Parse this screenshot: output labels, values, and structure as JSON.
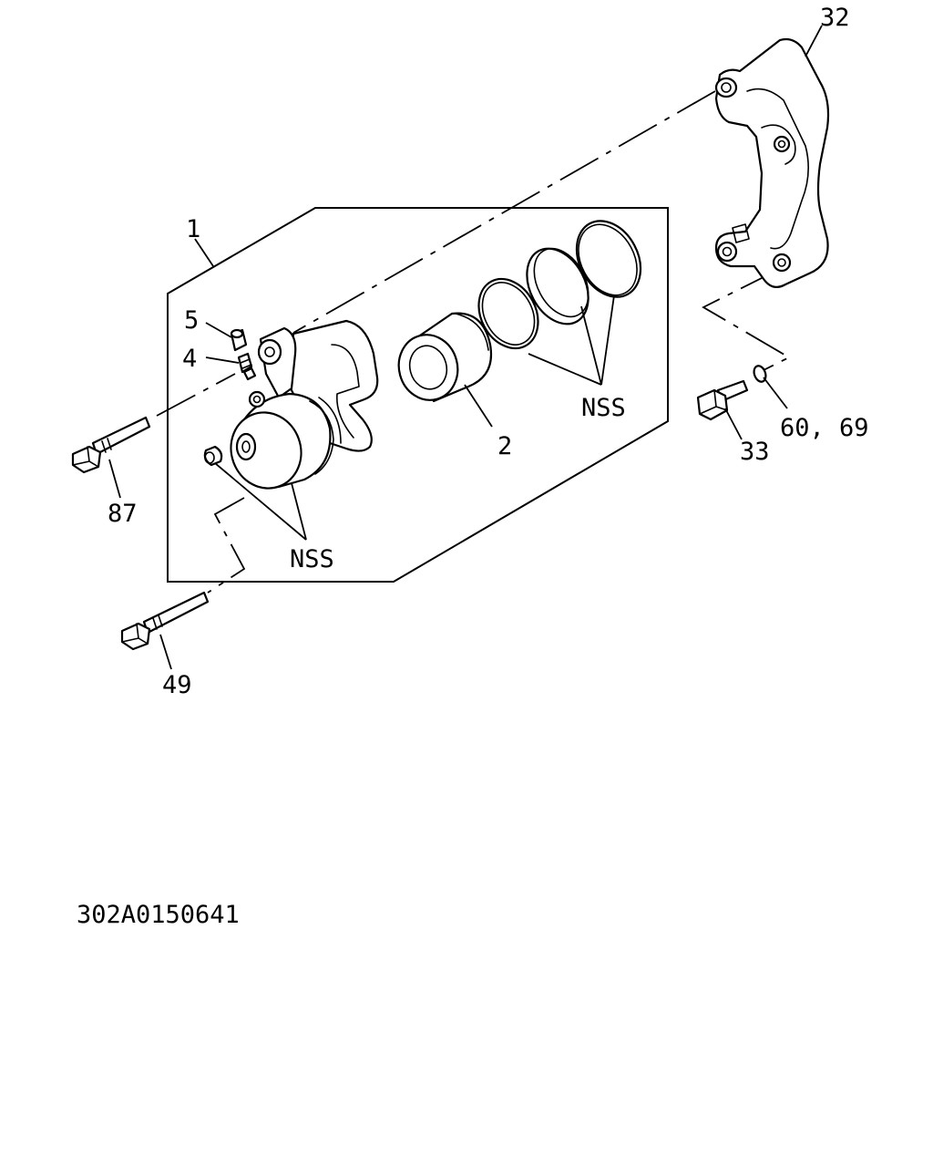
{
  "labels": {
    "caliper_assembly": "1",
    "piston": "2",
    "bleeder_screw": "4",
    "bleeder_cap": "5",
    "support_bracket": "32",
    "support_bolt": "33",
    "washer": "60, 69",
    "guide_pin_bolt_upper": "87",
    "guide_pin_bolt_lower": "49",
    "nss_seals": "NSS",
    "nss_boots": "NSS"
  },
  "drawing_number": "302A0150641"
}
